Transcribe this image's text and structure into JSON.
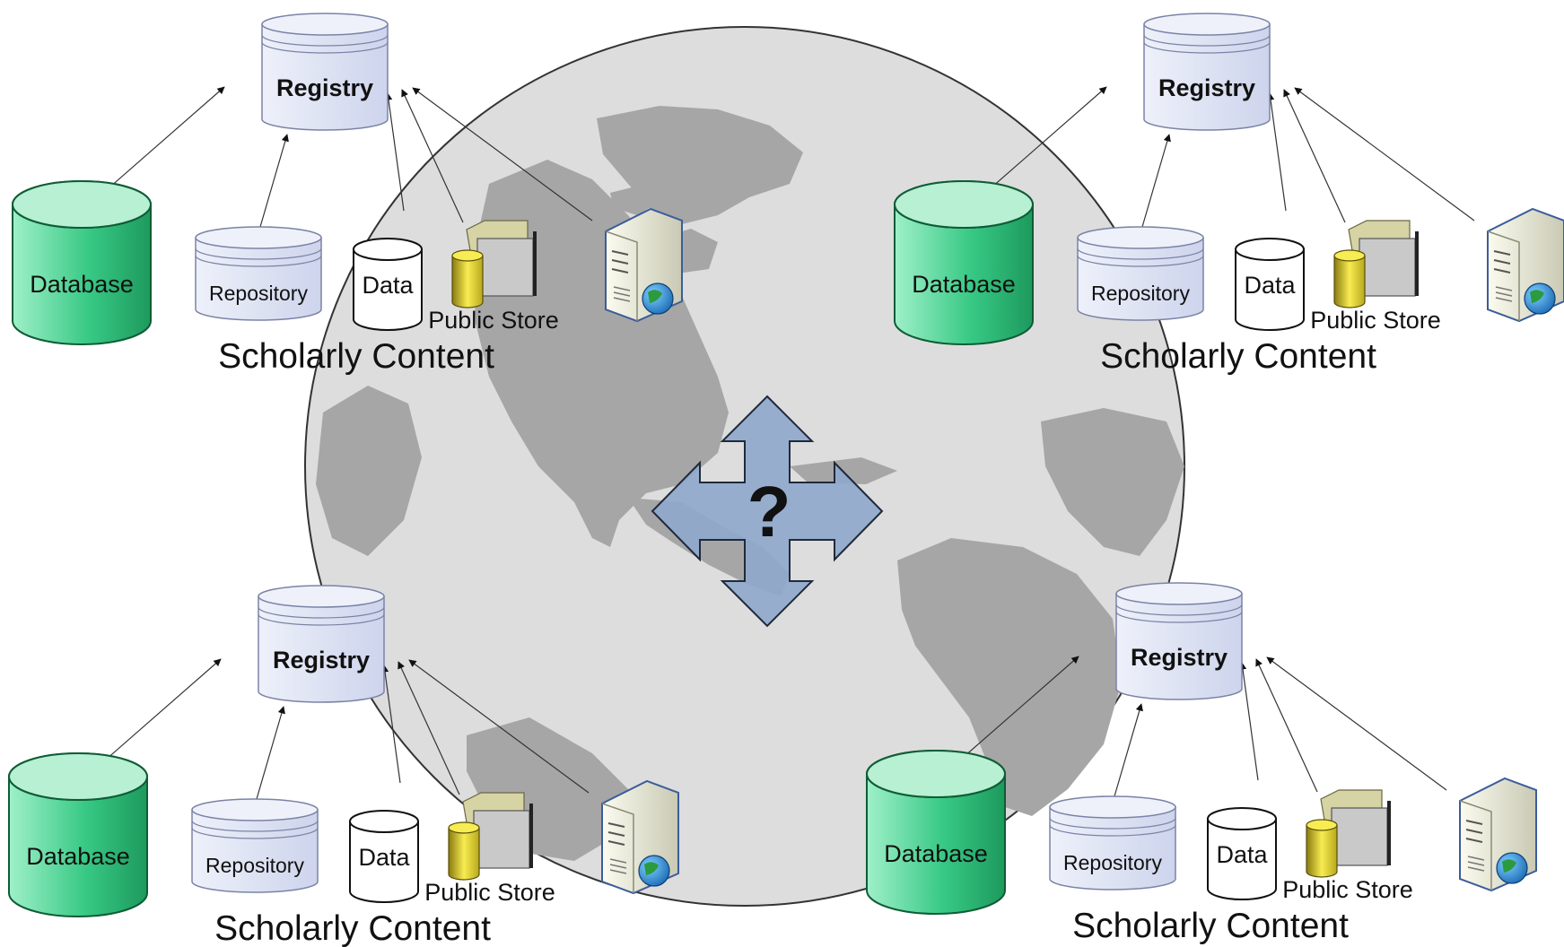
{
  "center": {
    "symbol": "?",
    "icon": "four-way-arrow-icon"
  },
  "globe": {
    "ocean_color": "#dddddd",
    "land_color": "#a6a6a6",
    "outline_color": "#333333"
  },
  "colors": {
    "database_top": "#b7f0d2",
    "database_body": "#2ec07a",
    "registry_fill": "#dde2f2",
    "arrow_fill": "#8fa8cc",
    "store_cylinder": "#f2e84a",
    "server_body": "#efefe0",
    "server_globe": "#2a8fd6"
  },
  "clusters": [
    {
      "registry": "Registry",
      "database": "Database",
      "repository": "Repository",
      "data": "Data",
      "public_store": "Public Store",
      "caption": "Scholarly Content",
      "server_icon": "web-server-icon",
      "store_icon": "folder-store-icon"
    },
    {
      "registry": "Registry",
      "database": "Database",
      "repository": "Repository",
      "data": "Data",
      "public_store": "Public Store",
      "caption": "Scholarly Content",
      "server_icon": "web-server-icon",
      "store_icon": "folder-store-icon"
    },
    {
      "registry": "Registry",
      "database": "Database",
      "repository": "Repository",
      "data": "Data",
      "public_store": "Public Store",
      "caption": "Scholarly Content",
      "server_icon": "web-server-icon",
      "store_icon": "folder-store-icon"
    },
    {
      "registry": "Registry",
      "database": "Database",
      "repository": "Repository",
      "data": "Data",
      "public_store": "Public Store",
      "caption": "Scholarly Content",
      "server_icon": "web-server-icon",
      "store_icon": "folder-store-icon"
    }
  ]
}
